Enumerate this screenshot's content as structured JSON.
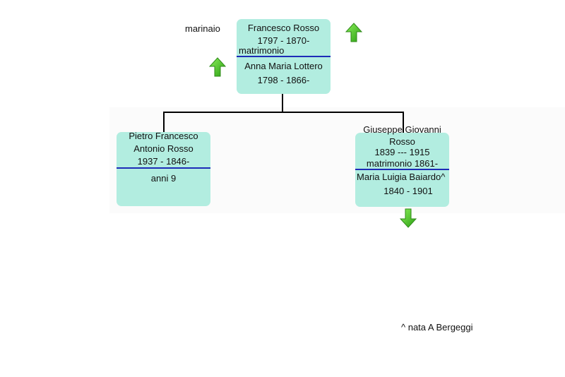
{
  "occupation_note": "marinaio",
  "parents": {
    "father_name": "Francesco Rosso",
    "father_dates": "1797 - 1870-",
    "marriage": "matrimonio",
    "mother_name": "Anna Maria Lottero",
    "mother_dates": "1798 - 1866-"
  },
  "children": [
    {
      "name_line1": "Pietro Francesco",
      "name_line2": "Antonio Rosso",
      "dates": "1937 - 1846-",
      "note": "anni 9"
    },
    {
      "name_line1": "Giuseppe Giovanni",
      "name_line2": "Rosso",
      "dates": "1839 --- 1915",
      "marriage": "matrimonio 1861-",
      "spouse_name": "Maria Luigia Baiardo^",
      "spouse_dates": "1840 - 1901"
    }
  ],
  "footnote": "^ nata A Bergeggi",
  "colors": {
    "box_fill": "#b2ede0",
    "separator": "#1d2bb8",
    "arrow_green": "#3fbf1f"
  },
  "icons": [
    "arrow-up-icon",
    "arrow-up-icon",
    "arrow-down-icon"
  ]
}
